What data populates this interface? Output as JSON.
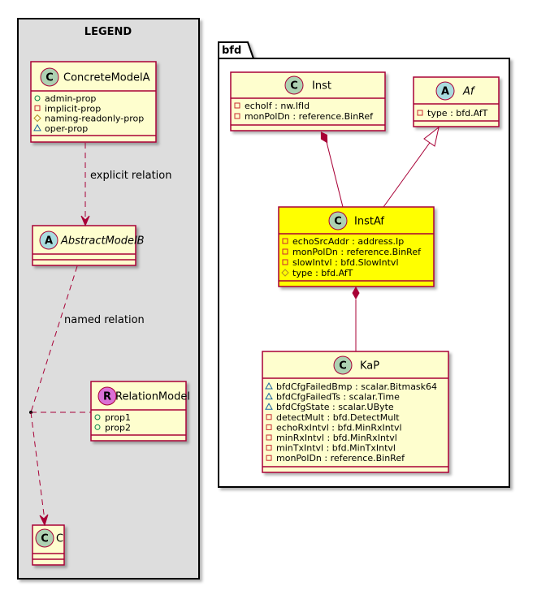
{
  "legend": {
    "title": "LEGEND",
    "concrete": {
      "stereotype": "C",
      "name": "ConcreteModelA",
      "props": [
        {
          "vis": "public",
          "text": "admin-prop"
        },
        {
          "vis": "private",
          "text": "implicit-prop"
        },
        {
          "vis": "protected",
          "text": "naming-readonly-prop"
        },
        {
          "vis": "package",
          "text": "oper-prop"
        }
      ]
    },
    "abstract": {
      "stereotype": "A",
      "name": "AbstractModelB"
    },
    "relation_model": {
      "stereotype": "R",
      "name": "RelationModel",
      "props": [
        {
          "vis": "public",
          "text": "prop1"
        },
        {
          "vis": "public",
          "text": "prop2"
        }
      ]
    },
    "c_class": {
      "stereotype": "C",
      "name": "C"
    },
    "explicit_label": "explicit relation",
    "named_label": "named relation"
  },
  "package": {
    "name": "bfd",
    "inst": {
      "stereotype": "C",
      "name": "Inst",
      "props": [
        {
          "vis": "private",
          "text": "echoIf : nw.IfId"
        },
        {
          "vis": "private",
          "text": "monPolDn : reference.BinRef"
        }
      ]
    },
    "af": {
      "stereotype": "A",
      "name": "Af",
      "props": [
        {
          "vis": "private",
          "text": "type : bfd.AfT"
        }
      ]
    },
    "instaf": {
      "stereotype": "C",
      "name": "InstAf",
      "highlight": "#FFFF00",
      "props": [
        {
          "vis": "private",
          "text": "echoSrcAddr : address.Ip"
        },
        {
          "vis": "private",
          "text": "monPolDn : reference.BinRef"
        },
        {
          "vis": "private",
          "text": "slowIntvl : bfd.SlowIntvl"
        },
        {
          "vis": "protected",
          "text": "type : bfd.AfT"
        }
      ]
    },
    "kap": {
      "stereotype": "C",
      "name": "KaP",
      "props": [
        {
          "vis": "package",
          "text": "bfdCfgFailedBmp : scalar.Bitmask64"
        },
        {
          "vis": "package",
          "text": "bfdCfgFailedTs : scalar.Time"
        },
        {
          "vis": "package",
          "text": "bfdCfgState : scalar.UByte"
        },
        {
          "vis": "private",
          "text": "detectMult : bfd.DetectMult"
        },
        {
          "vis": "private",
          "text": "echoRxIntvl : bfd.MinRxIntvl"
        },
        {
          "vis": "private",
          "text": "minRxIntvl : bfd.MinRxIntvl"
        },
        {
          "vis": "private",
          "text": "minTxIntvl : bfd.MinTxIntvl"
        },
        {
          "vis": "private",
          "text": "monPolDn : reference.BinRef"
        }
      ]
    }
  },
  "colors": {
    "border": "#A80036",
    "box_fill": "#FEFECE",
    "highlight": "#FFFF00",
    "legend_bg": "#DDDDDD",
    "circle_c": "#ADD1B2",
    "circle_a": "#A9DCDF",
    "circle_r": "#DA70D6",
    "vis_public": "#038048",
    "vis_private": "#C82930",
    "vis_protected": "#B38D22",
    "vis_package": "#1963A0"
  }
}
